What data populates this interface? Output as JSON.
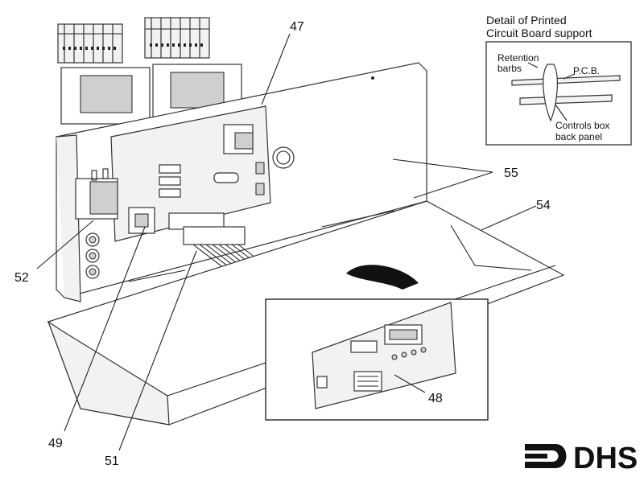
{
  "callouts": {
    "c47": "47",
    "c48": "48",
    "c49": "49",
    "c51": "51",
    "c52": "52",
    "c54": "54",
    "c55": "55"
  },
  "detail": {
    "title_line1": "Detail of Printed",
    "title_line2": "Circuit Board support",
    "retention_line1": "Retention",
    "retention_line2": "barbs",
    "pcb": "P.C.B.",
    "controls_line1": "Controls box",
    "controls_line2": "back panel"
  },
  "logo": {
    "text": "DHS"
  }
}
